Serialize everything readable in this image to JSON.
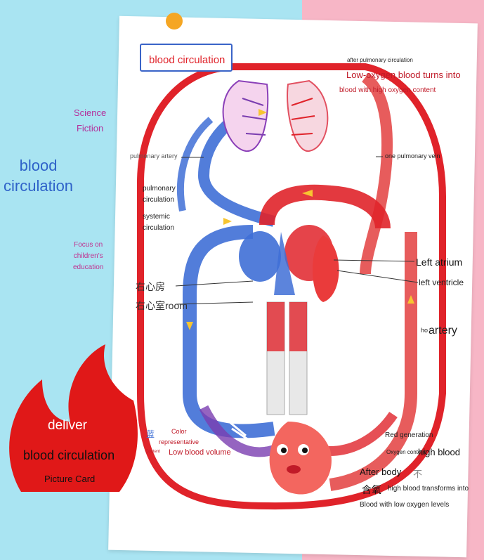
{
  "image": {
    "title": "blood circulation",
    "side_left": {
      "science_fiction": "Science\nFiction",
      "blood_circulation": "blood\ncirculation",
      "focus": "Focus on\nchildren's\neducation"
    },
    "flame": {
      "deliver": "deliver",
      "blood_circulation": "blood circulation",
      "picture_card": "Picture Card"
    },
    "annotations": {
      "after_pulmonary": "after pulmonary circulation",
      "low_oxygen_turns": "Low-oxygen blood turns into",
      "high_oxygen_content": "blood with high oxygen content",
      "pulmonary_artery": "pulmonary artery",
      "one_pulmonary_vein": "one pulmonary vein",
      "pulmonary_circulation": "pulmonary\ncirculation",
      "systemic_circulation": "systemic\ncirculation",
      "right_atrium_cn": "右心房",
      "right_ventricle_cn": "右心室room",
      "left_atrium": "Left atrium",
      "left_ventricle": "left ventricle",
      "artery_ho": "ho",
      "artery": "artery",
      "color": "Color",
      "representative": "representative",
      "blue_cn": "蓝",
      "content": "Content",
      "low_blood_volume": "Low blood volume",
      "red_generation": "Red generation",
      "oxygen_content": "Oxygen content",
      "high_blood": "high blood",
      "after_body": "After body",
      "after_body_cn": "不",
      "hanqi_cn": "含氧",
      "high_blood_transforms": "high blood transforms into",
      "blood_low_oxygen": "Blood with low oxygen levels"
    }
  },
  "colors": {
    "red": "#e0232a",
    "blue": "#3f6fd6",
    "purple": "#7a3db0",
    "sky": "#a9e4f2",
    "pink": "#f7b6c6"
  }
}
